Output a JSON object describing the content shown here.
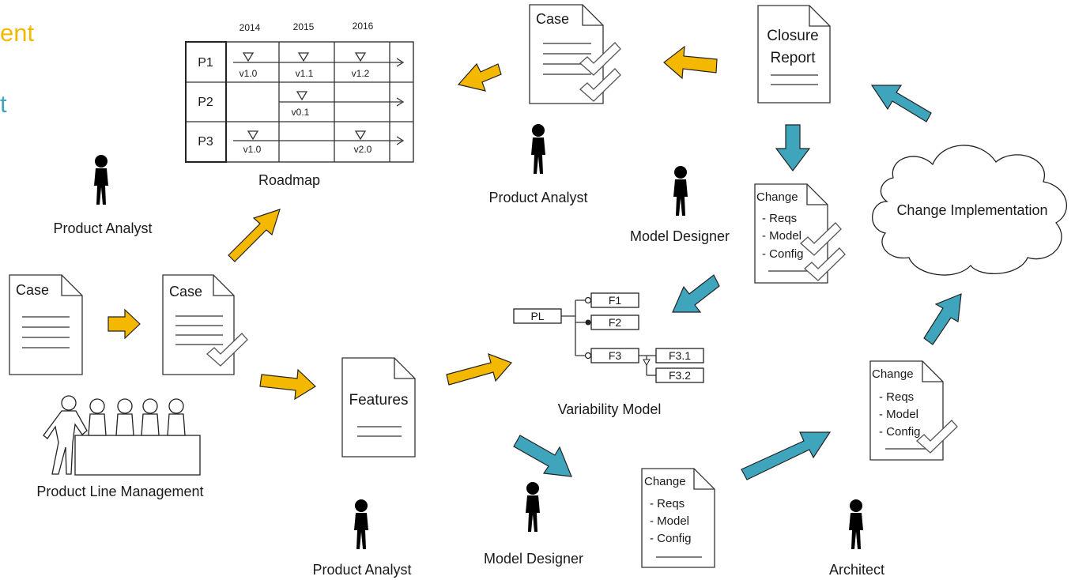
{
  "legend": {
    "item1": "ent",
    "item2": "t",
    "color1": "#F5B800",
    "color2": "#3FA5BD"
  },
  "roadmap": {
    "years": [
      "2014",
      "2015",
      "2016"
    ],
    "rows": [
      {
        "name": "P1",
        "versions": [
          "v1.0",
          "v1.1",
          "v1.2"
        ]
      },
      {
        "name": "P2",
        "versions": [
          "v0.1"
        ]
      },
      {
        "name": "P3",
        "versions": [
          "v1.0",
          "v2.0"
        ]
      }
    ],
    "caption": "Roadmap"
  },
  "actors": {
    "pa1": "Product Analyst",
    "pa2": "Product Analyst",
    "pa3": "Product Analyst",
    "md1": "Model Designer",
    "md2": "Model Designer",
    "architect": "Architect",
    "plm": "Product Line Management"
  },
  "documents": {
    "case": "Case",
    "features": "Features",
    "closure1": "Closure",
    "closure2": "Report",
    "change": "Change",
    "change_items": [
      "- Reqs",
      "- Model",
      "- Config"
    ]
  },
  "cloud": "Change Implementation",
  "variability": {
    "root": "PL",
    "features": [
      "F1",
      "F2",
      "F3"
    ],
    "subfeatures": [
      "F3.1",
      "F3.2"
    ],
    "caption": "Variability Model"
  },
  "colors": {
    "process_arrow": "#F5B800",
    "change_arrow": "#3FA5BD"
  }
}
